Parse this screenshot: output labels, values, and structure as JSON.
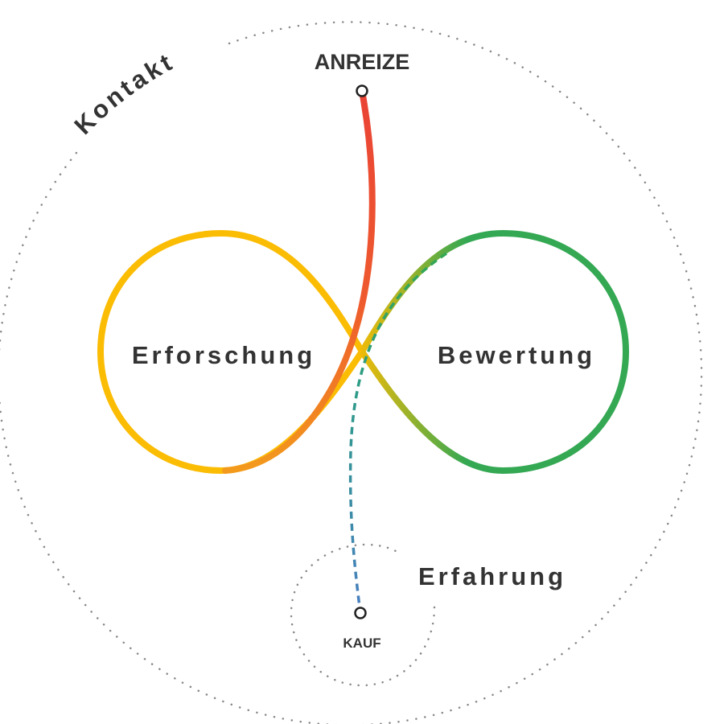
{
  "labels": {
    "contact": "Kontakt",
    "trigger": "ANREIZE",
    "exploration": "Erforschung",
    "evaluation": "Bewertung",
    "experience": "Erfahrung",
    "purchase": "KAUF"
  },
  "colors": {
    "red": "#EA4335",
    "orange": "#F08A24",
    "yellow": "#FBBC04",
    "green": "#34A853",
    "blue": "#4A7FC1",
    "dotted": "#888888",
    "text": "#333333"
  }
}
